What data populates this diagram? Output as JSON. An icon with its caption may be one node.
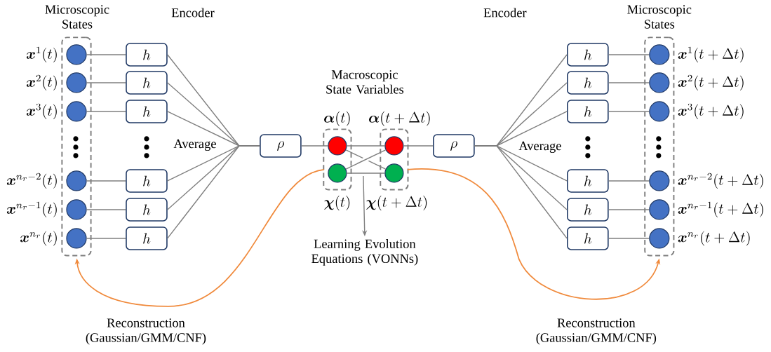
{
  "diagram": {
    "nodes": [
      {
        "text": [
          "Microscopic States"
        ]
      },
      {
        "text": [],
        "shape": "circle",
        "in": 0,
        "beside": [
          "\\boldsymbol{x}^{1}(t)"
        ]
      },
      {
        "text": [],
        "shape": "circle",
        "in": 0,
        "beside": [
          "\\boldsymbol{x}^{2}(t)"
        ]
      },
      {
        "text": [],
        "shape": "circle",
        "in": 0,
        "beside": [
          "\\boldsymbol{x}^{3}(t)"
        ]
      },
      {
        "text": [],
        "shape": "circle",
        "in": 0,
        "beside": [
          "\\boldsymbol{x}^{n_r-2}(t)"
        ]
      },
      {
        "text": [],
        "shape": "circle",
        "in": 0,
        "beside": [
          "\\boldsymbol{x}^{n_r-1}(t)"
        ]
      },
      {
        "text": [],
        "shape": "circle",
        "in": 0,
        "beside": [
          "\\boldsymbol{x}^{n_r}(t)"
        ]
      },
      {
        "text": [
          "h"
        ]
      },
      {
        "text": [
          "h"
        ]
      },
      {
        "text": [
          "h"
        ]
      },
      {
        "text": [
          "h"
        ]
      },
      {
        "text": [
          "h"
        ]
      },
      {
        "text": [
          "h"
        ]
      },
      {
        "text": [
          "\\rho"
        ]
      },
      {
        "text": [],
        "shape": "box"
      },
      {
        "text": [],
        "shape": "circle",
        "in": 14,
        "beside": [
          "\\boldsymbol{\\alpha}(t)"
        ]
      },
      {
        "text": [],
        "shape": "circle",
        "in": 14,
        "beside": [
          "\\boldsymbol{\\chi}(t)"
        ]
      },
      {
        "text": [],
        "shape": "box"
      },
      {
        "text": [],
        "shape": "circle",
        "in": 17,
        "beside": [
          "\\boldsymbol{\\alpha}(t+\\Delta t)"
        ]
      },
      {
        "text": [],
        "shape": "circle",
        "in": 17,
        "beside": [
          "\\boldsymbol{\\chi}(t+\\Delta t)"
        ]
      },
      {
        "text": [
          "\\rho"
        ]
      },
      {
        "text": [
          "h"
        ]
      },
      {
        "text": [
          "h"
        ]
      },
      {
        "text": [
          "h"
        ]
      },
      {
        "text": [
          "h"
        ]
      },
      {
        "text": [
          "h"
        ]
      },
      {
        "text": [
          "h"
        ]
      },
      {
        "text": [
          "Microscopic States"
        ]
      },
      {
        "text": [],
        "shape": "circle",
        "in": 27,
        "beside": [
          "\\boldsymbol{x}^{1}(t+\\Delta t)"
        ]
      },
      {
        "text": [],
        "shape": "circle",
        "in": 27,
        "beside": [
          "\\boldsymbol{x}^{2}(t+\\Delta t)"
        ]
      },
      {
        "text": [],
        "shape": "circle",
        "in": 27,
        "beside": [
          "\\boldsymbol{x}^{3}(t+\\Delta t)"
        ]
      },
      {
        "text": [],
        "shape": "circle",
        "in": 27,
        "beside": [
          "\\boldsymbol{x}^{n_r-2}(t+\\Delta t)"
        ]
      },
      {
        "text": [],
        "shape": "circle",
        "in": 27,
        "beside": [
          "\\boldsymbol{x}^{n_r-1}(t+\\Delta t)"
        ]
      },
      {
        "text": [],
        "shape": "circle",
        "in": 27,
        "beside": [
          "\\boldsymbol{x}^{n_r}(t+\\Delta t)"
        ]
      },
      {
        "text": [
          "Learning Evolution Equations (VONNs)"
        ]
      }
    ],
    "edges": [
      {
        "from": 1,
        "to": 7,
        "arrow": "none"
      },
      {
        "from": 2,
        "to": 8,
        "arrow": "none"
      },
      {
        "from": 3,
        "to": 9,
        "arrow": "none"
      },
      {
        "from": 4,
        "to": 10,
        "arrow": "none"
      },
      {
        "from": 5,
        "to": 11,
        "arrow": "none"
      },
      {
        "from": 6,
        "to": 12,
        "arrow": "none"
      },
      {
        "from": 7,
        "to": 13,
        "arrow": "none"
      },
      {
        "from": 8,
        "to": 13,
        "arrow": "none"
      },
      {
        "from": 9,
        "to": 13,
        "arrow": "none"
      },
      {
        "from": 10,
        "to": 13,
        "arrow": "none"
      },
      {
        "from": 11,
        "to": 13,
        "arrow": "none"
      },
      {
        "from": 12,
        "to": 13,
        "arrow": "none"
      },
      {
        "from": 13,
        "to": 15,
        "arrow": "none"
      },
      {
        "from": 15,
        "to": 18,
        "arrow": "none"
      },
      {
        "from": 15,
        "to": 19,
        "arrow": "none"
      },
      {
        "from": 16,
        "to": 18,
        "arrow": "none"
      },
      {
        "from": 16,
        "to": 19,
        "arrow": "none"
      },
      {
        "from": 18,
        "to": 20,
        "arrow": "none"
      },
      {
        "from": 20,
        "to": 21,
        "arrow": "none"
      },
      {
        "from": 20,
        "to": 22,
        "arrow": "none"
      },
      {
        "from": 20,
        "to": 23,
        "arrow": "none"
      },
      {
        "from": 20,
        "to": 24,
        "arrow": "none"
      },
      {
        "from": 20,
        "to": 25,
        "arrow": "none"
      },
      {
        "from": 20,
        "to": 26,
        "arrow": "none"
      },
      {
        "from": 21,
        "to": 28,
        "arrow": "none"
      },
      {
        "from": 22,
        "to": 29,
        "arrow": "none"
      },
      {
        "from": 23,
        "to": 30,
        "arrow": "none"
      },
      {
        "from": 24,
        "to": 31,
        "arrow": "none"
      },
      {
        "from": 25,
        "to": 32,
        "arrow": "none"
      },
      {
        "from": 26,
        "to": 33,
        "arrow": "none"
      },
      {
        "from": null,
        "to": 34,
        "arrow": "to"
      },
      {
        "from": 14,
        "to": 0,
        "arrow": "to",
        "color": "#f08a3c",
        "label": "Reconstruction (Gaussian/GMM/CNF)"
      },
      {
        "from": 17,
        "to": 27,
        "arrow": "to",
        "color": "#f08a3c",
        "label": "Reconstruction (Gaussian/GMM/CNF)"
      }
    ],
    "labels": [
      "Encoder",
      "Encoder",
      "Macroscopic State Variables",
      "Average",
      "Average"
    ]
  }
}
